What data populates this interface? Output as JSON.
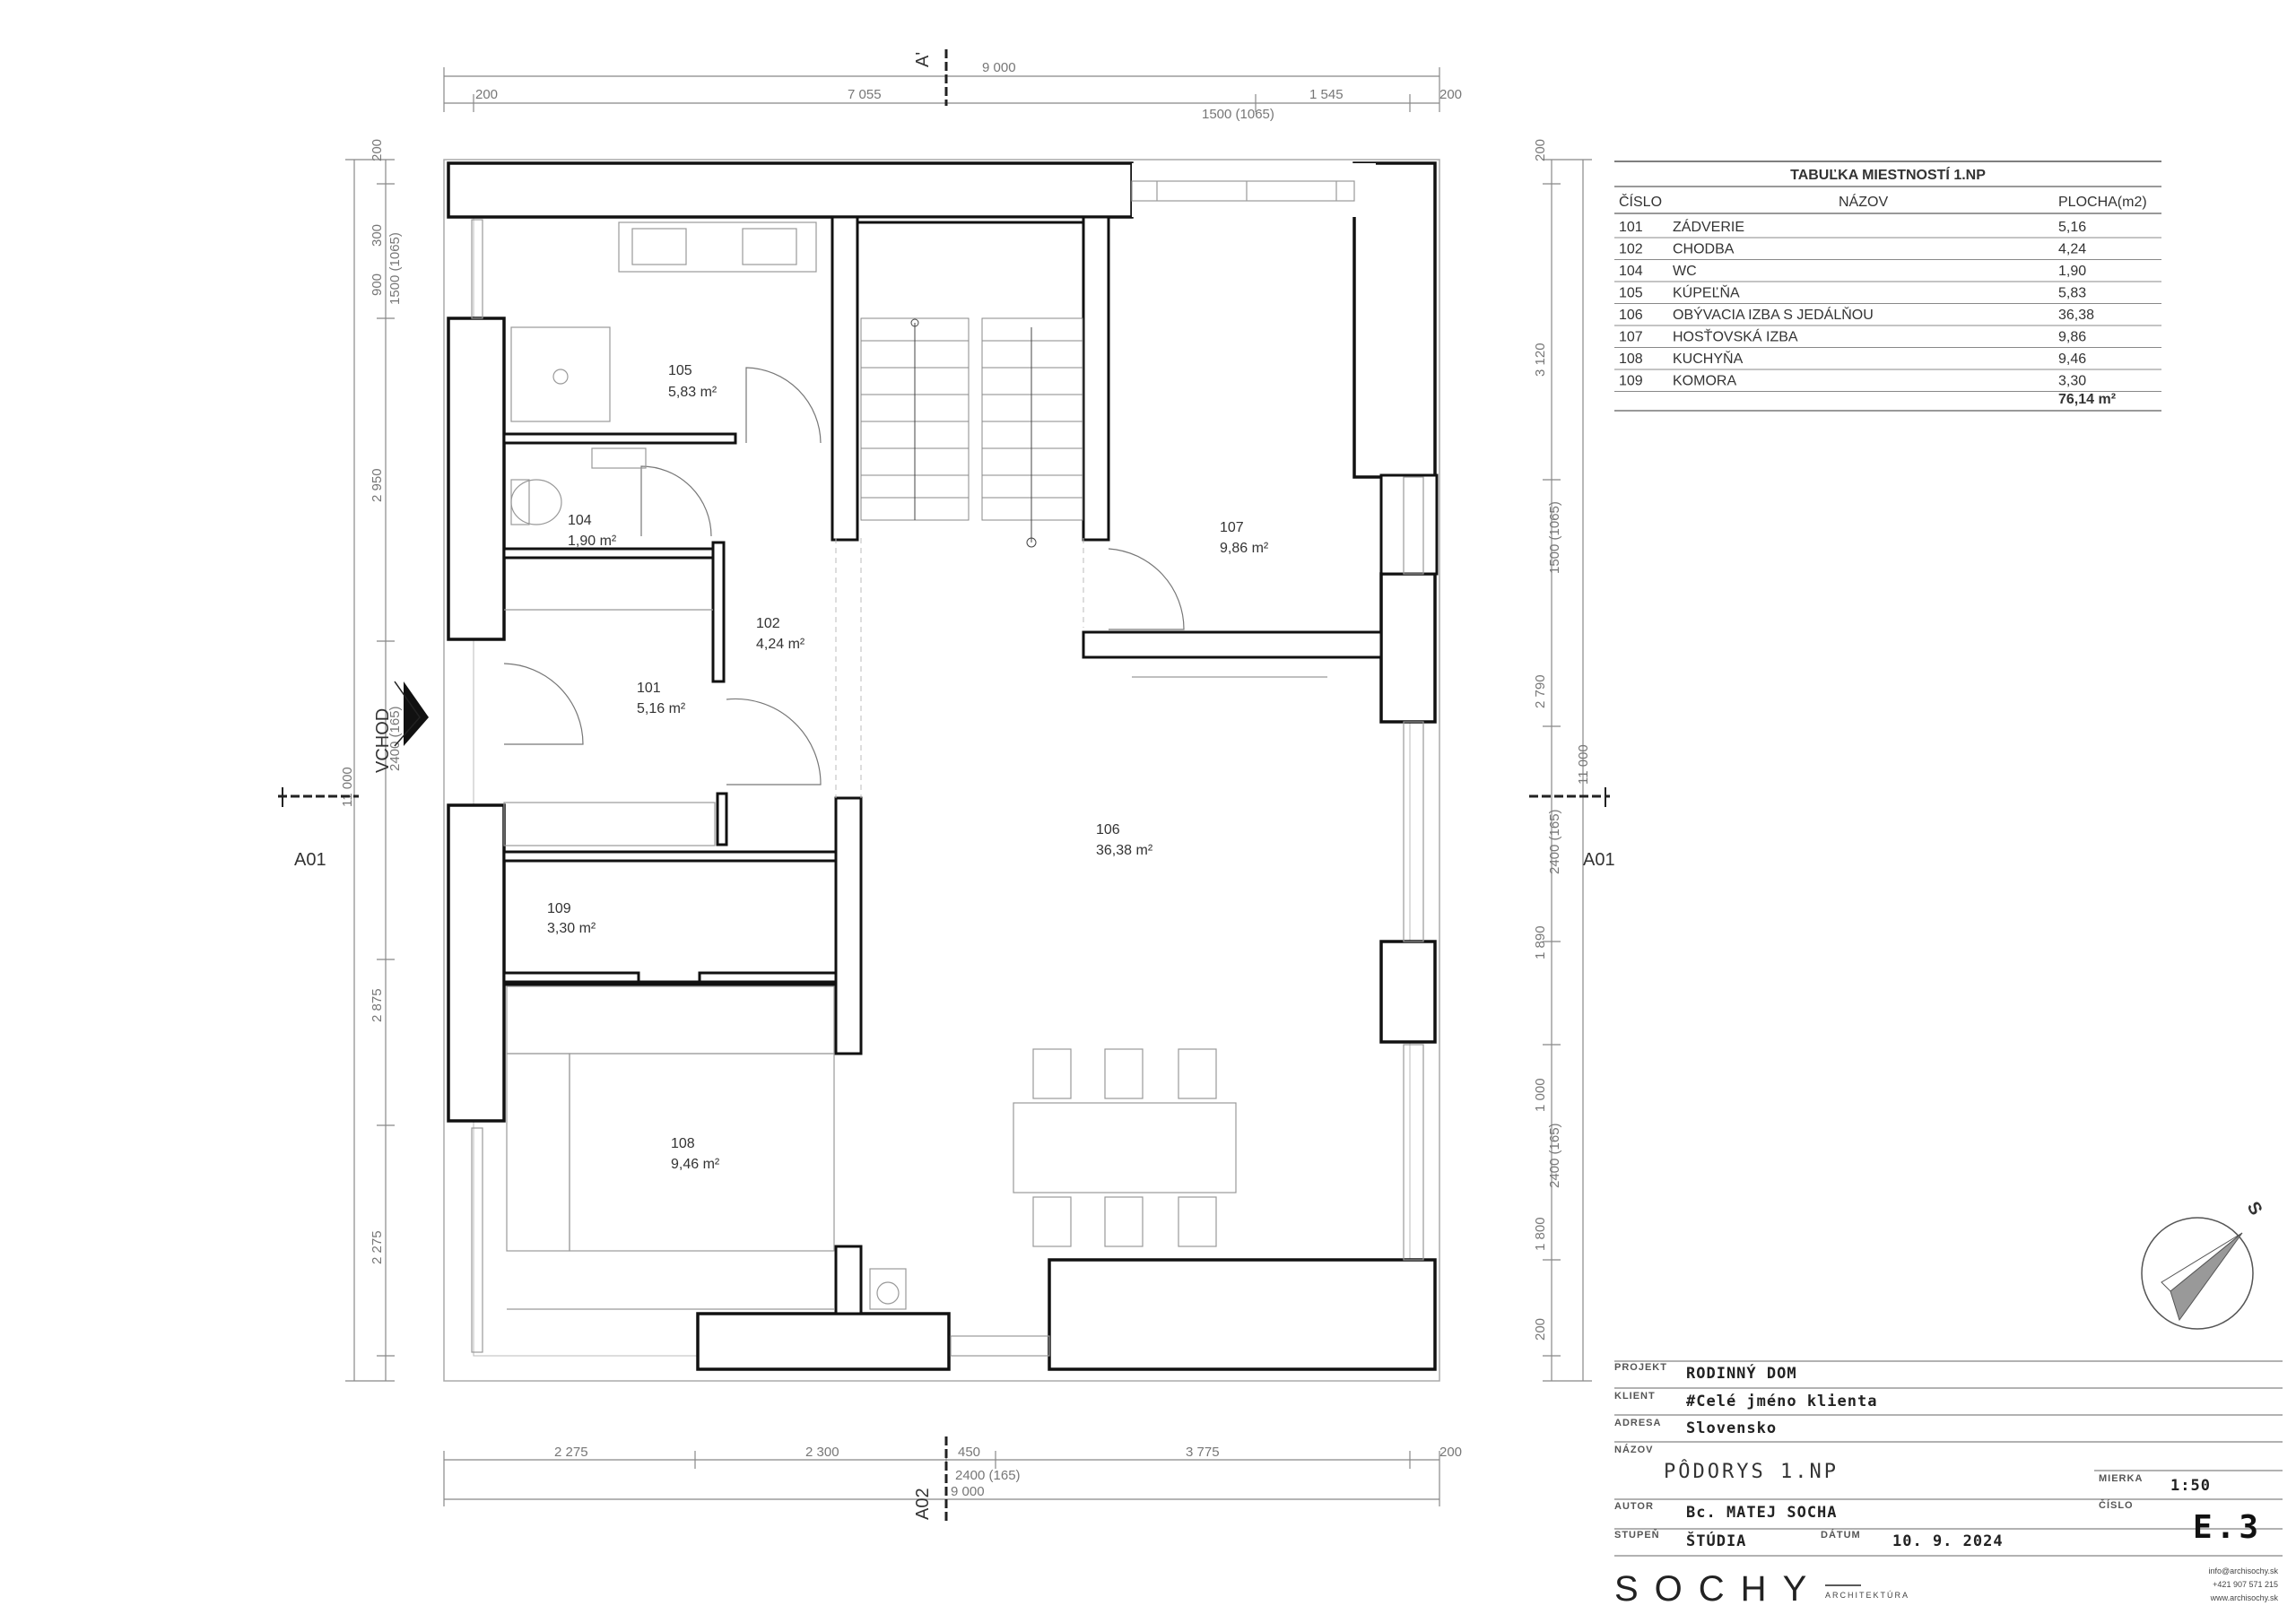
{
  "dimensions": {
    "top_overall": "9 000",
    "top_parts": [
      "200",
      "7 055",
      "1 545",
      "200"
    ],
    "top_window": "1500 (1065)",
    "bottom_parts": [
      "2 275",
      "2 300",
      "450",
      "3 775",
      "200"
    ],
    "bottom_door": "2400 (165)",
    "bottom_overall": "9 000",
    "left_parts": [
      "200",
      "900",
      "300",
      "2 950",
      "2 875",
      "2 275"
    ],
    "left_overall": "11 000",
    "left_window": "1500 (1065)",
    "left_door": "2400 (165)",
    "right_parts": [
      "200",
      "3 120",
      "2 790",
      "1 890",
      "1 000",
      "1 800",
      "200"
    ],
    "right_overall": "11 000",
    "right_window_1": "1500 (1065)",
    "right_window_2": "2400 (165)",
    "right_window_3": "2400 (165)"
  },
  "sections": {
    "a_top": "A'",
    "a_left": "A01",
    "a_right": "A01",
    "a_bottom": "A02"
  },
  "entrance_label": "VCHOD",
  "rooms": [
    {
      "num": "105",
      "area": "5,83 m²"
    },
    {
      "num": "104",
      "area": "1,90 m²"
    },
    {
      "num": "102",
      "area": "4,24 m²"
    },
    {
      "num": "101",
      "area": "5,16 m²"
    },
    {
      "num": "109",
      "area": "3,30 m²"
    },
    {
      "num": "108",
      "area": "9,46 m²"
    },
    {
      "num": "106",
      "area": "36,38 m²"
    },
    {
      "num": "107",
      "area": "9,86 m²"
    }
  ],
  "room_table": {
    "title": "TABUĽKA MIESTNOSTÍ 1.NP",
    "headers": [
      "ČÍSLO",
      "NÁZOV",
      "PLOCHA(m2)"
    ],
    "rows": [
      [
        "101",
        "ZÁDVERIE",
        "5,16"
      ],
      [
        "102",
        "CHODBA",
        "4,24"
      ],
      [
        "104",
        "WC",
        "1,90"
      ],
      [
        "105",
        "KÚPEĽŇA",
        "5,83"
      ],
      [
        "106",
        "OBÝVACIA IZBA S JEDÁLŇOU",
        "36,38"
      ],
      [
        "107",
        "HOSŤOVSKÁ IZBA",
        "9,86"
      ],
      [
        "108",
        "KUCHYŇA",
        "9,46"
      ],
      [
        "109",
        "KOMORA",
        "3,30"
      ]
    ],
    "total": "76,14 m²"
  },
  "north_label": "S",
  "title_block": {
    "project_label": "PROJEKT",
    "project": "RODINNÝ DOM",
    "client_label": "KLIENT",
    "client": "#Celé jméno klienta",
    "address_label": "ADRESA",
    "address": "Slovensko",
    "name_label": "NÁZOV",
    "name": "PÔDORYS 1.NP",
    "scale_label": "MIERKA",
    "scale": "1:50",
    "number_label": "ČÍSLO",
    "number": "E.3",
    "author_label": "AUTOR",
    "author": "Bc. MATEJ SOCHA",
    "stage_label": "STUPEŇ",
    "stage": "ŠTÚDIA",
    "date_label": "DÁTUM",
    "date": "10. 9. 2024",
    "firm": "SOCHY",
    "firm_sub": "ARCHITEKTÚRA",
    "contact": [
      "info@archisochy.sk",
      "+421 907 571 215",
      "www.archisochy.sk"
    ]
  }
}
